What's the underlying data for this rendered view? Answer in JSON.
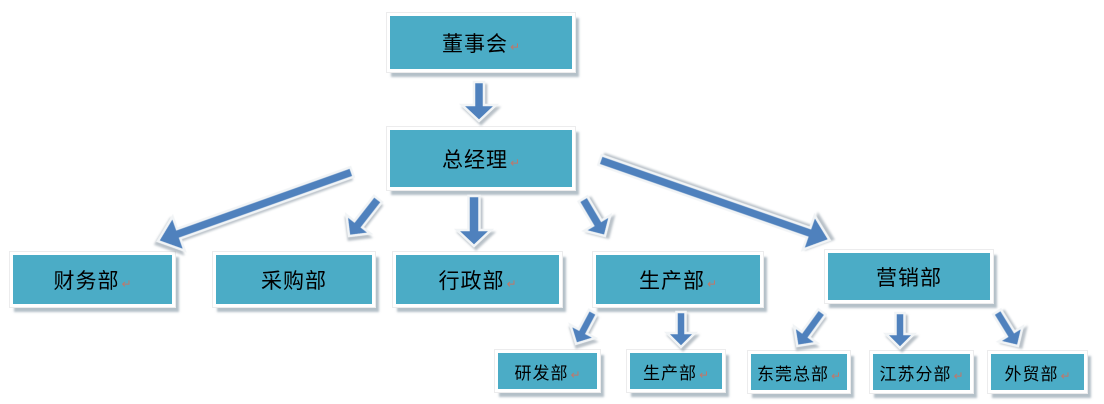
{
  "diagram": {
    "type": "org-chart",
    "return_mark": "↵",
    "nodes": {
      "board": {
        "label": "董事会",
        "mark": true
      },
      "gm": {
        "label": "总经理",
        "mark": true
      },
      "finance": {
        "label": "财务部",
        "mark": true
      },
      "purchase": {
        "label": "采购部",
        "mark": false
      },
      "admin": {
        "label": "行政部",
        "mark": true
      },
      "production": {
        "label": "生产部",
        "mark": true
      },
      "marketing": {
        "label": "营销部",
        "mark": false
      },
      "rd": {
        "label": "研发部",
        "mark": true
      },
      "production_sub": {
        "label": "生产部",
        "mark": true
      },
      "dongguan": {
        "label": "东莞总部",
        "mark": true
      },
      "jiangsu": {
        "label": "江苏分部",
        "mark": true
      },
      "trade": {
        "label": "外贸部",
        "mark": true
      }
    },
    "edges": [
      {
        "from": "board",
        "to": "gm"
      },
      {
        "from": "gm",
        "to": "finance"
      },
      {
        "from": "gm",
        "to": "purchase"
      },
      {
        "from": "gm",
        "to": "admin"
      },
      {
        "from": "gm",
        "to": "production"
      },
      {
        "from": "gm",
        "to": "marketing"
      },
      {
        "from": "production",
        "to": "rd"
      },
      {
        "from": "production",
        "to": "production_sub"
      },
      {
        "from": "marketing",
        "to": "dongguan"
      },
      {
        "from": "marketing",
        "to": "jiangsu"
      },
      {
        "from": "marketing",
        "to": "trade"
      }
    ],
    "colors": {
      "node_fill": "#4bacc6",
      "node_border": "#ffffff",
      "arrow_fill": "#4f81bd",
      "arrow_outline": "#f1f4f6",
      "text": "#000000",
      "return_mark_color": "#c0786a"
    }
  }
}
